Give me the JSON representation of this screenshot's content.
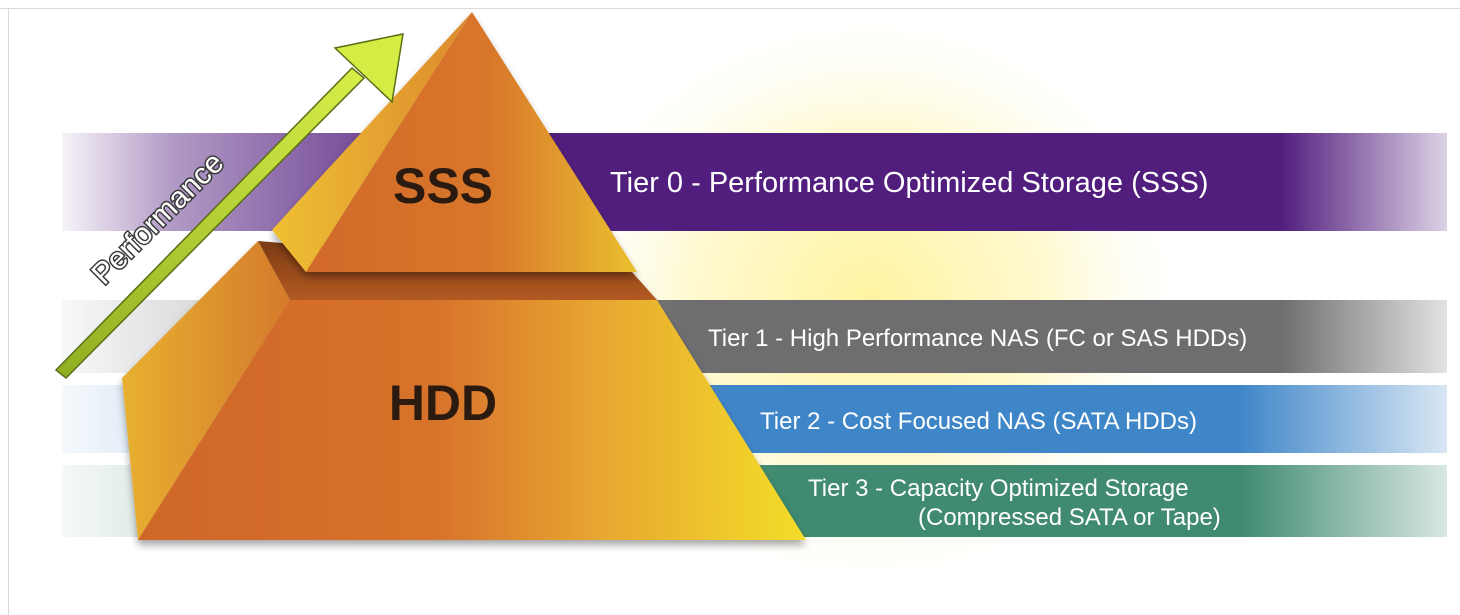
{
  "diagram": {
    "performance_arrow_label": "Performance",
    "pyramid_top_label": "SSS",
    "pyramid_bottom_label": "HDD",
    "tiers": [
      {
        "line1": "Tier 0 - Performance Optimized Storage (SSS)",
        "line2": "",
        "color": "#521e7e"
      },
      {
        "line1": "Tier 1 - High Performance NAS (FC or SAS HDDs)",
        "line2": "",
        "color": "#6e6e70"
      },
      {
        "line1": "Tier 2 - Cost Focused NAS (SATA HDDs)",
        "line2": "",
        "color": "#3f86c8"
      },
      {
        "line1": "Tier 3 - Capacity Optimized Storage",
        "line2": "(Compressed SATA or Tape)",
        "color": "#3f8a70"
      }
    ],
    "colors": {
      "pyramid_orange": "#d8702c",
      "pyramid_yellow": "#f2dc2a",
      "arrow_green": "#c6e03a",
      "glow": "#fff6a8"
    }
  }
}
